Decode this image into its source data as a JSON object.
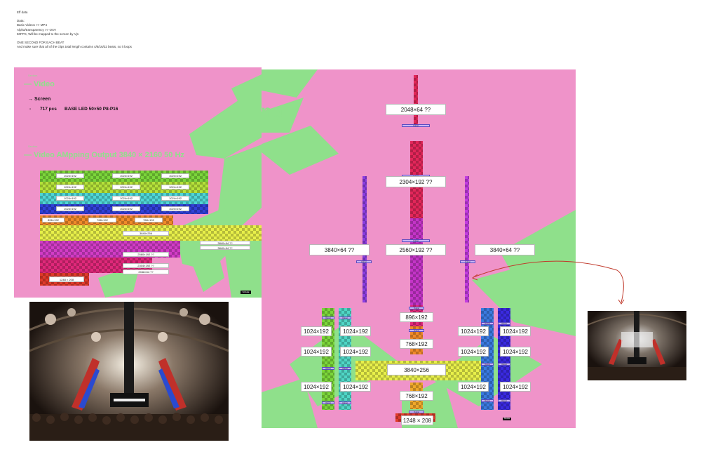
{
  "notes": {
    "title": "Eff data",
    "line1": "Data:",
    "line2": "Basic Videos >> MP4",
    "line3": "Alpha/transparency >> OXV",
    "line4": "50FPS, Will be mapped to the screen by Vjs",
    "line5": "ONE SECOND FOR EACH BEAT",
    "line6": "And make sure that all of the clips total length contains 4/8/16/32 beats, so it loops"
  },
  "left_panel": {
    "small_heading_1": "Section",
    "heading_video": "— Video",
    "screen_label": "→ Screen",
    "pcs_dash": "-",
    "pcs_count": "717 pcs",
    "pcs_spec": "BASE LED 50×50 P8-P16",
    "small_heading_2": "Section",
    "heading_output": "— Video AMpping Output 3840 × 2160 50 Hz",
    "grid_labels": {
      "g1024": "1024×192",
      "r896": "896×192",
      "r768": "768×192",
      "r3840_256": "3840×256",
      "r3840_64a": "3840×64 ??",
      "r3840_64b": "3840×64 ??",
      "r2560": "2560×192 ??",
      "r2304": "2304×192 ??",
      "r2048": "2048×64 ??",
      "r1248": "1248 × 208",
      "corner": "SCALE"
    },
    "overlay_word": "ng"
  },
  "right_panel": {
    "label_2048": "2048×64 ??",
    "label_2304": "2304×192 ??",
    "label_2560": "2560×192 ??",
    "label_3840_left": "3840×64 ??",
    "label_3840_right": "3840×64 ??",
    "label_896": "896×192",
    "label_768_top": "768×192",
    "label_3840_256": "3840×256",
    "label_768_bottom": "768×192",
    "label_1248": "1248 × 208",
    "label_1024": "1024×192",
    "tag_text": "Output",
    "corner": "SCALE"
  },
  "colors": {
    "pink": "#ef93c9",
    "green": "#8fe08b",
    "arrow": "#c0392b"
  },
  "icons": {
    "arrow": "curved-arrow-icon",
    "photo_main": "concert-stage-photo",
    "photo_small": "concert-stage-thumbnail"
  }
}
